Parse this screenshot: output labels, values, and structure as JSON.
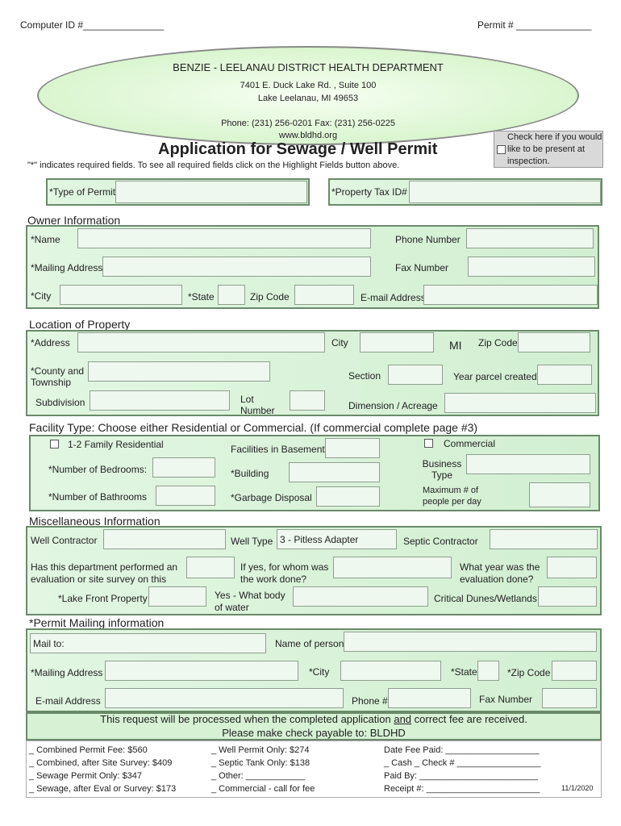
{
  "header": {
    "computer_id": "Computer ID #_______________",
    "permit_no": "Permit # ______________"
  },
  "agency": {
    "name": "BENZIE - LEELANAU DISTRICT HEALTH DEPARTMENT",
    "address1": "7401 E. Duck Lake Rd. , Suite 100",
    "address2": "Lake Leelanau, MI  49653",
    "phone_fax": "Phone:  (231) 256-0201     Fax: (231) 256-0225",
    "web": "www.bldhd.org"
  },
  "title": "Application for Sewage / Well Permit",
  "required_note": "\"*\" indicates required fields.   To see all required fields click on the Highlight Fields button above.",
  "present_checkbox": "Check here if you would like to be present at inspection.",
  "top": {
    "type_of_permit": "*Type of Permit",
    "property_tax_id": "*Property Tax ID#"
  },
  "owner": {
    "title": "Owner Information",
    "name": "*Name",
    "phone": "Phone Number",
    "mailing": "*Mailing Address",
    "fax": "Fax Number",
    "city": "*City",
    "state": "*State",
    "zip": "Zip Code",
    "email": "E-mail Address"
  },
  "location": {
    "title": "Location of Property",
    "address": "*Address",
    "city": "City",
    "state_value": "MI",
    "zip": "Zip Code",
    "county": "*County and Township",
    "section": "Section",
    "year_parcel": "Year parcel created",
    "subdivision": "Subdivision",
    "lot": "Lot Number",
    "dimension": "Dimension / Acreage"
  },
  "facility": {
    "title": "Facility Type:  Choose either Residential or Commercial.   (If commercial complete page #3)",
    "residential": "1-2  Family Residential",
    "basement": "Facilities in Basement",
    "commercial": "Commercial",
    "bedrooms": "*Number of Bedrooms:",
    "building": "*Building",
    "business_type": "Business Type",
    "bathrooms": "*Number of Bathrooms",
    "garbage": "*Garbage Disposal",
    "max_people": "Maximum # of people per day"
  },
  "misc": {
    "title": "Miscellaneous Information",
    "well_contractor": "Well Contractor",
    "well_type": "Well Type",
    "well_type_value": "3 - Pitless Adapter",
    "septic_contractor": "Septic Contractor",
    "evaluation": "Has this department performed an evaluation or site survey on this",
    "for_whom": "If yes, for whom was the work done?",
    "what_year": "What year was the evaluation done?",
    "lake_front": "*Lake Front Property",
    "body_water": "Yes - What body of water",
    "dunes": "Critical Dunes/Wetlands"
  },
  "mailing": {
    "title": "*Permit Mailing information",
    "mail_to": "Mail to:",
    "name_person": "Name of person",
    "address": "*Mailing Address",
    "city": "*City",
    "state": "*State",
    "zip": "*Zip Code",
    "email": "E-mail Address",
    "phone": "Phone #",
    "fax": "Fax Number"
  },
  "notice": {
    "line1_a": "This request will be processed when the completed application ",
    "line1_and": "and",
    "line1_b": " correct fee are received.",
    "line2": "Please make check payable to:  BLDHD"
  },
  "fees": {
    "col1": [
      "_ Combined Permit Fee: $560",
      "_ Combined, after Site Survey: $409",
      "_ Sewage Permit Only: $347",
      "_ Sewage, after Eval or Survey: $173"
    ],
    "col2": [
      "_ Well Permit Only: $274",
      "_ Septic Tank Only: $138",
      "_ Other: ____________",
      "_ Commercial - call for fee"
    ],
    "col3": [
      "Date Fee Paid: ___________________",
      "_ Cash   _ Check # _________________",
      "Paid By: ________________________",
      "Receipt #: _______________________"
    ],
    "date": "11/1/2020"
  }
}
